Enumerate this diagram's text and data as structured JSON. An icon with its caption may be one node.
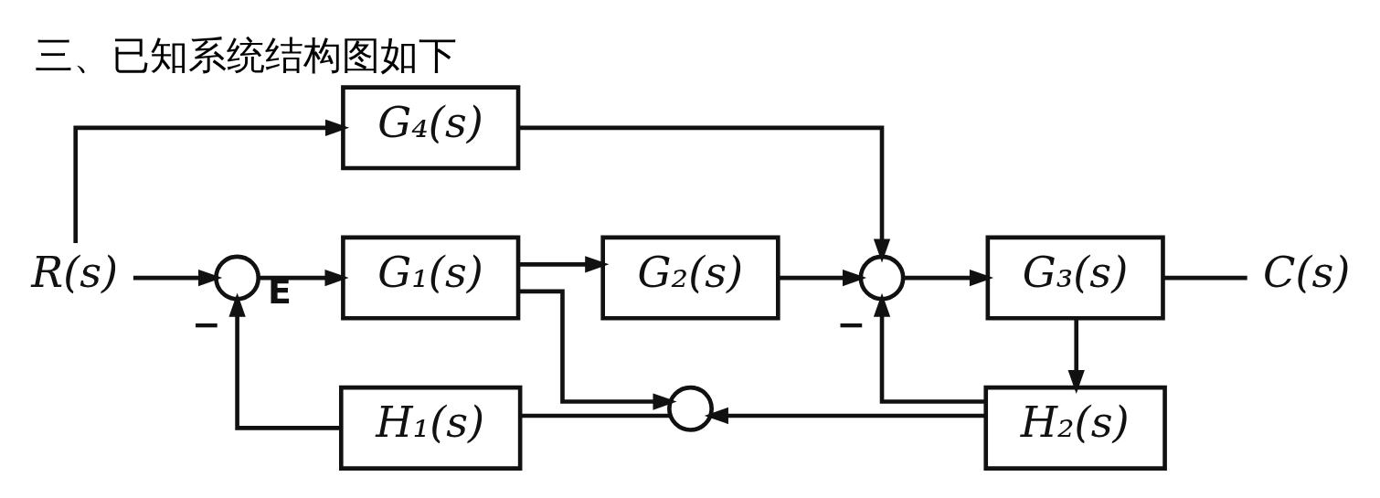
{
  "diagram": {
    "title": "三、已知系统结构图如下",
    "nodes": [
      {
        "text": [
          "R(s)"
        ]
      },
      {
        "text": [
          "G₄(s)"
        ]
      },
      {
        "text": [],
        "shape": "circle"
      },
      {
        "text": [
          "G₁(s)"
        ]
      },
      {
        "text": [
          "G₂(s)"
        ]
      },
      {
        "text": [],
        "shape": "circle"
      },
      {
        "text": [
          "G₃(s)"
        ]
      },
      {
        "text": [
          "C(s)"
        ]
      },
      {
        "text": [
          "H₁(s)"
        ]
      },
      {
        "text": [],
        "shape": "circle"
      },
      {
        "text": [
          "H₂(s)"
        ]
      }
    ],
    "edges": [
      {
        "from": 0,
        "to": 2,
        "arrow": "to"
      },
      {
        "from": 0,
        "to": 1,
        "arrow": "to"
      },
      {
        "from": 2,
        "to": 3,
        "arrow": "to",
        "label": "E"
      },
      {
        "from": 3,
        "to": 4,
        "arrow": "to"
      },
      {
        "from": 3,
        "to": 9,
        "arrow": "to"
      },
      {
        "from": 1,
        "to": 5,
        "arrow": "to"
      },
      {
        "from": 4,
        "to": 5,
        "arrow": "to"
      },
      {
        "from": 5,
        "to": 6,
        "arrow": "to"
      },
      {
        "from": 6,
        "to": 7,
        "arrow": "none"
      },
      {
        "from": 6,
        "to": 10,
        "arrow": "to"
      },
      {
        "from": 10,
        "to": 5,
        "arrow": "to",
        "label": "−"
      },
      {
        "from": 10,
        "to": 9,
        "arrow": "to"
      },
      {
        "from": 9,
        "to": 8,
        "arrow": "none"
      },
      {
        "from": 8,
        "to": 2,
        "arrow": "to",
        "label": "−"
      }
    ]
  }
}
